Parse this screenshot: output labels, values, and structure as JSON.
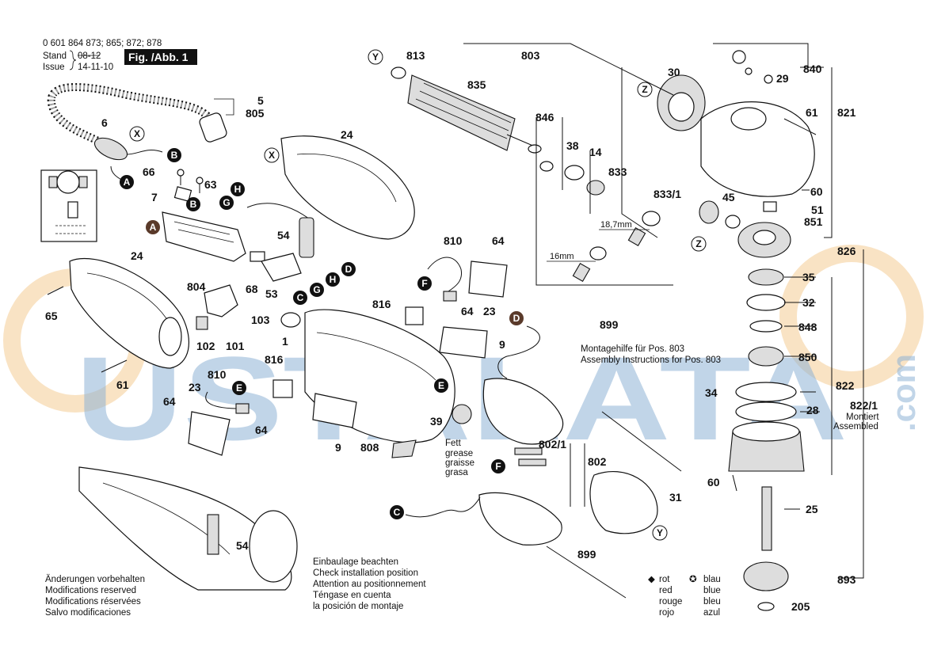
{
  "header": {
    "part_numbers": "0 601 864 873; 865; 872; 878",
    "stand_label": "Stand",
    "issue_label": "Issue",
    "stand_value": "08-12",
    "issue_value": "14-11-10",
    "figure_label": "Fig. /Abb. 1"
  },
  "part_labels": {
    "p5": "5",
    "p805": "805",
    "p6": "6",
    "p66": "66",
    "p63": "63",
    "p7": "7",
    "p24a": "24",
    "p24b": "24",
    "p54a": "54",
    "p54b": "54",
    "p65": "65",
    "p804": "804",
    "p68": "68",
    "p53": "53",
    "p103": "103",
    "p102": "102",
    "p101": "101",
    "p61a": "61",
    "p1": "1",
    "p810a": "810",
    "p810b": "810",
    "p64a": "64",
    "p64b": "64",
    "p64c": "64",
    "p64d": "64",
    "p816a": "816",
    "p816b": "816",
    "p23a": "23",
    "p23b": "23",
    "p9a": "9",
    "p9b": "9",
    "p808": "808",
    "p39": "39",
    "p899a": "899",
    "p899b": "899",
    "p802_1": "802/1",
    "p802": "802",
    "p31": "31",
    "p813": "813",
    "p835": "835",
    "p803": "803",
    "p846": "846",
    "p38": "38",
    "p14": "14",
    "p833": "833",
    "p833_1": "833/1",
    "p30": "30",
    "p840": "840",
    "p29": "29",
    "p821": "821",
    "p61b": "61",
    "p60a": "60",
    "p45": "45",
    "p51": "51",
    "p851": "851",
    "p826": "826",
    "p35": "35",
    "p32": "32",
    "p848": "848",
    "p850": "850",
    "p34": "34",
    "p822": "822",
    "p28": "28",
    "p822_1": "822/1",
    "p60b": "60",
    "p25": "25",
    "p893": "893",
    "p205": "205"
  },
  "dimensions": {
    "d1": "18,7mm",
    "d2": "16mm"
  },
  "connector_letters": {
    "A": "A",
    "B": "B",
    "C": "C",
    "D": "D",
    "E": "E",
    "F": "F",
    "G": "G",
    "H": "H",
    "X": "X",
    "Y": "Y",
    "Z": "Z"
  },
  "notes": {
    "montage_de": "Montagehilfe für Pos. 803",
    "montage_en": "Assembly Instructions for Pos. 803",
    "grease_de": "Fett",
    "grease_en": "grease",
    "grease_fr": "graisse",
    "grease_es": "grasa",
    "assembled_de": "Montiert",
    "assembled_en": "Assembled",
    "install_de": "Einbaulage beachten",
    "install_en": "Check installation position",
    "install_fr": "Attention au positionnement",
    "install_es": "Téngase en cuenta",
    "install_es2": "la posición de montaje",
    "mod_de": "Änderungen vorbehalten",
    "mod_en": "Modifications reserved",
    "mod_fr": "Modifications réservées",
    "mod_es": "Salvo modificaciones"
  },
  "legend": {
    "diamond_symbol": "◆",
    "star_symbol": "✪",
    "red_de": "rot",
    "red_en": "red",
    "red_fr": "rouge",
    "red_es": "rojo",
    "blue_de": "blau",
    "blue_en": "blue",
    "blue_fr": "bleu",
    "blue_es": "azul"
  },
  "watermark": {
    "text": "USTALATA",
    "suffix": ".com"
  },
  "colors": {
    "badge": "#111111",
    "badge_alt": "#5a3a2a",
    "watermark_blue": "#8fb3d6",
    "watermark_orange": "#f1c27d"
  }
}
